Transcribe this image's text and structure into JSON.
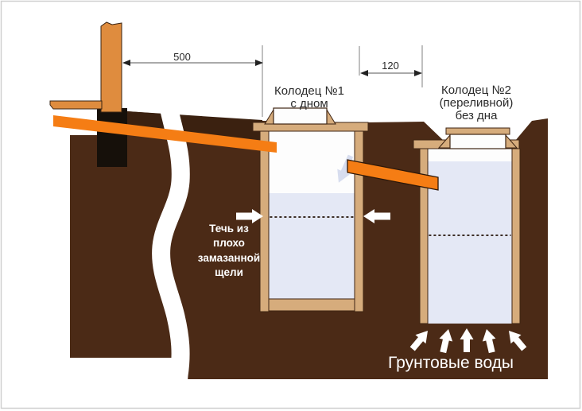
{
  "diagram": {
    "well1_label": {
      "line1": "Колодец №1",
      "line2": "с дном"
    },
    "well2_label": {
      "line1": "Колодец №2",
      "line2": "(переливной)",
      "line3": "без дна"
    },
    "dimensions": {
      "house_to_well1": "500",
      "well1_to_well2": "120"
    },
    "leak_label": {
      "line1": "Течь из",
      "line2": "плохо",
      "line3": "замазанной",
      "line4": "щели"
    },
    "groundwater_label": "Грунтовые воды"
  },
  "colors": {
    "soil": "#4b2a16",
    "soil_top": "#3b2110",
    "wood": "#d6ac7c",
    "water": "#e4e8f5",
    "well_interior": "#fdfdfd",
    "pipe": "#f57d14",
    "post": "#df8c3e",
    "foundation": "#16100a",
    "break_band": "#ffffff",
    "label_text": "#2b2b2b",
    "light_text": "#ffffff",
    "white_arrow": "#ffffff",
    "dimension": "#555555",
    "dimension_arrow": "#222222",
    "flow_arrow": "#c9d1e9",
    "leak_dotted": "#241309"
  }
}
